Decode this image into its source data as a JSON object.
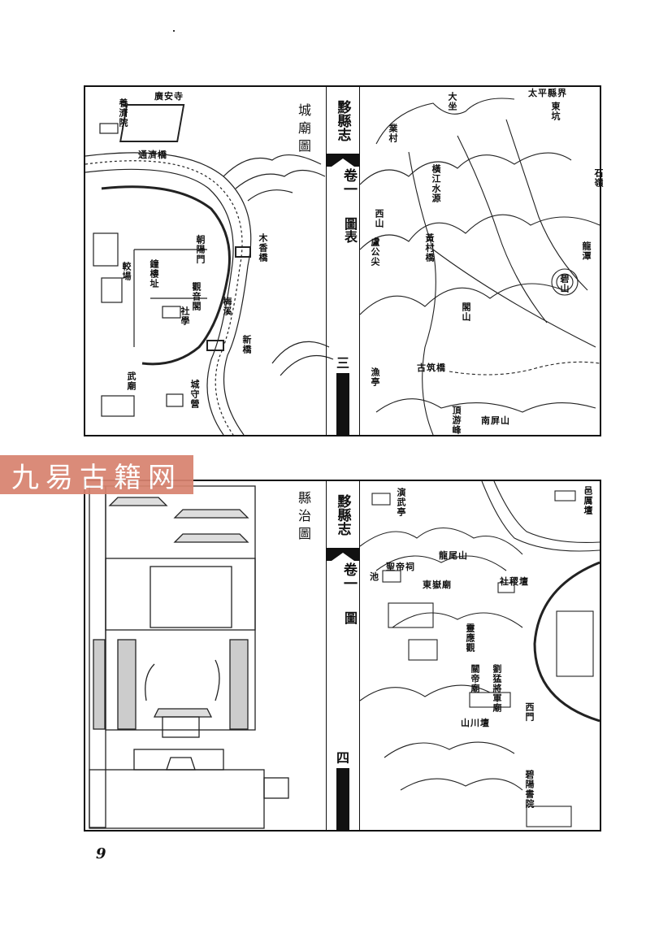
{
  "spread_top": {
    "book_title": "黟縣志",
    "volume": "卷一",
    "section": "圖表",
    "page_number": "三",
    "left_map": {
      "title": "城廟圖",
      "labels": [
        "廣安寺",
        "養濟院",
        "通濟橋",
        "木香橋",
        "梅溪",
        "新橋",
        "武廟",
        "城守營",
        "觀音閣",
        "社學",
        "鐘樓址",
        "朝陽門",
        "較場"
      ]
    },
    "right_map": {
      "labels": [
        "大坐",
        "太平縣界",
        "業村",
        "東坑",
        "橫江水源",
        "西山",
        "盧公尖",
        "黃村橋",
        "石嶺",
        "漁亭",
        "閣山",
        "古筑橋",
        "頂游峰",
        "南屏山",
        "龍潭",
        "碧山"
      ]
    }
  },
  "spread_bottom": {
    "book_title": "黟縣志",
    "volume": "卷一",
    "section": "圖",
    "page_number": "四",
    "left_map": {
      "title": "縣治圖"
    },
    "right_map": {
      "labels": [
        "演武亭",
        "邑厲壇",
        "龍尾山",
        "聖帝祠",
        "池",
        "東嶽廟",
        "社稷壇",
        "靈應觀",
        "關帝廟",
        "劉猛將軍廟",
        "山川壇",
        "西門",
        "碧陽書院"
      ]
    }
  },
  "watermark": "九易古籍网",
  "page_number": "9"
}
